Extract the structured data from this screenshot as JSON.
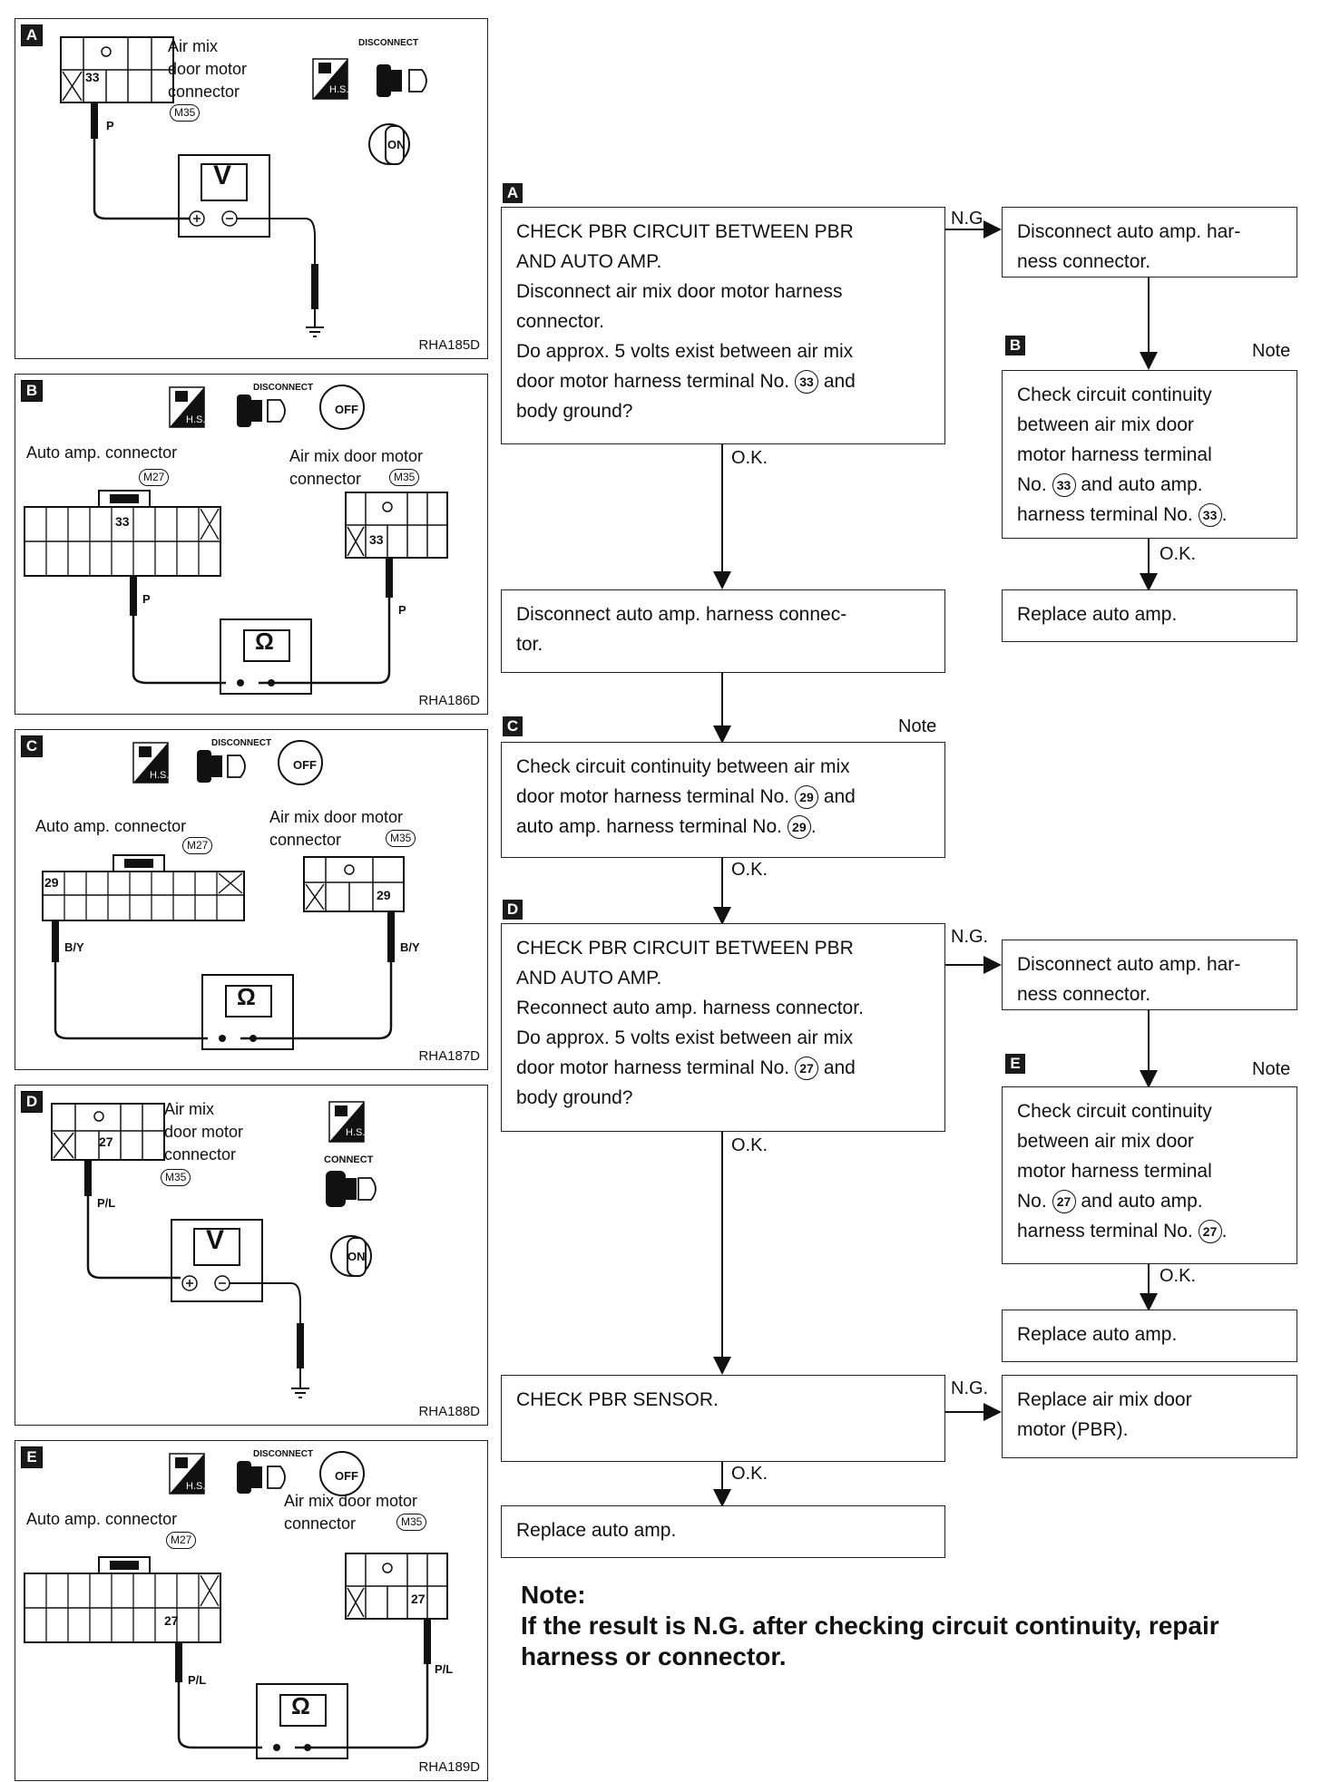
{
  "panels": {
    "A": {
      "badge": "A",
      "connector": "Air mix\ndoor motor\nconnector",
      "conn_id": "M35",
      "disconnect": "DISCONNECT",
      "hs": "H.S.",
      "ign": "ON",
      "terminal": "33",
      "wire": "P",
      "meter": "V",
      "code": "RHA185D"
    },
    "B": {
      "badge": "B",
      "auto_conn": "Auto amp. connector",
      "auto_id": "M27",
      "air_conn": "Air mix door motor\nconnector",
      "air_id": "M35",
      "disconnect": "DISCONNECT",
      "hs": "H.S.",
      "ign": "OFF",
      "terminal": "33",
      "wire": "P",
      "meter": "Ω",
      "code": "RHA186D"
    },
    "C": {
      "badge": "C",
      "auto_conn": "Auto amp. connector",
      "auto_id": "M27",
      "air_conn": "Air mix door motor\nconnector",
      "air_id": "M35",
      "disconnect": "DISCONNECT",
      "hs": "H.S.",
      "ign": "OFF",
      "terminal": "29",
      "wire": "B/Y",
      "meter": "Ω",
      "code": "RHA187D"
    },
    "D": {
      "badge": "D",
      "connector": "Air mix\ndoor motor\nconnector",
      "conn_id": "M35",
      "connect": "CONNECT",
      "hs": "H.S.",
      "ign": "ON",
      "terminal": "27",
      "wire": "P/L",
      "meter": "V",
      "code": "RHA188D"
    },
    "E": {
      "badge": "E",
      "auto_conn": "Auto amp. connector",
      "auto_id": "M27",
      "air_conn": "Air mix door motor\nconnector",
      "air_id": "M35",
      "disconnect": "DISCONNECT",
      "hs": "H.S.",
      "ign": "OFF",
      "terminal": "27",
      "wire": "P/L",
      "meter": "Ω",
      "code": "RHA189D"
    }
  },
  "flow": {
    "stepA": {
      "badge": "A",
      "lines": [
        "CHECK PBR CIRCUIT BETWEEN PBR",
        "AND AUTO AMP.",
        "Disconnect air mix door motor harness",
        "connector.",
        "Do approx. 5 volts exist between air mix",
        "door motor harness terminal No.",
        "body ground?"
      ],
      "term": "33",
      "and": "and"
    },
    "ngA": {
      "text": "Disconnect auto amp. harness connector.",
      "l1": "Disconnect auto amp. har-",
      "l2": "ness connector."
    },
    "stepB": {
      "badge": "B",
      "note": "Note",
      "l1": "Check circuit continuity",
      "l2": "between air mix door",
      "l3": "motor harness terminal",
      "l4a": "No.",
      "term": "33",
      "l4b": "and auto amp.",
      "l5a": "harness terminal No.",
      "l5b": "."
    },
    "replaceB": "Replace auto amp.",
    "discAuto": {
      "l1": "Disconnect auto amp. harness connec-",
      "l2": "tor."
    },
    "stepC": {
      "badge": "C",
      "note": "Note",
      "l1": "Check circuit continuity between air mix",
      "l2a": "door motor harness terminal No.",
      "term": "29",
      "l2b": "and",
      "l3a": "auto amp. harness terminal No.",
      "l3b": "."
    },
    "stepD": {
      "badge": "D",
      "l1": "CHECK PBR CIRCUIT BETWEEN PBR",
      "l2": "AND AUTO AMP.",
      "l3": "Reconnect auto amp. harness connector.",
      "l4": "Do approx. 5 volts exist between air mix",
      "l5a": "door motor harness terminal No.",
      "term": "27",
      "l5b": "and",
      "l6": "body ground?"
    },
    "ngD": {
      "l1": "Disconnect auto amp. har-",
      "l2": "ness connector."
    },
    "stepE": {
      "badge": "E",
      "note": "Note",
      "l1": "Check circuit continuity",
      "l2": "between air mix door",
      "l3": "motor harness terminal",
      "l4a": "No.",
      "term": "27",
      "l4b": "and auto amp.",
      "l5a": "harness terminal No.",
      "l5b": "."
    },
    "replaceE": "Replace auto amp.",
    "checkSensor": "CHECK PBR SENSOR.",
    "replaceMotor": {
      "l1": "Replace air mix door",
      "l2": "motor (PBR)."
    },
    "replaceFinal": "Replace auto amp.",
    "ok": "O.K.",
    "ng": "N.G."
  },
  "note": {
    "title": "Note:",
    "body": "If the result is N.G. after checking circuit continuity, repair harness or connector."
  }
}
